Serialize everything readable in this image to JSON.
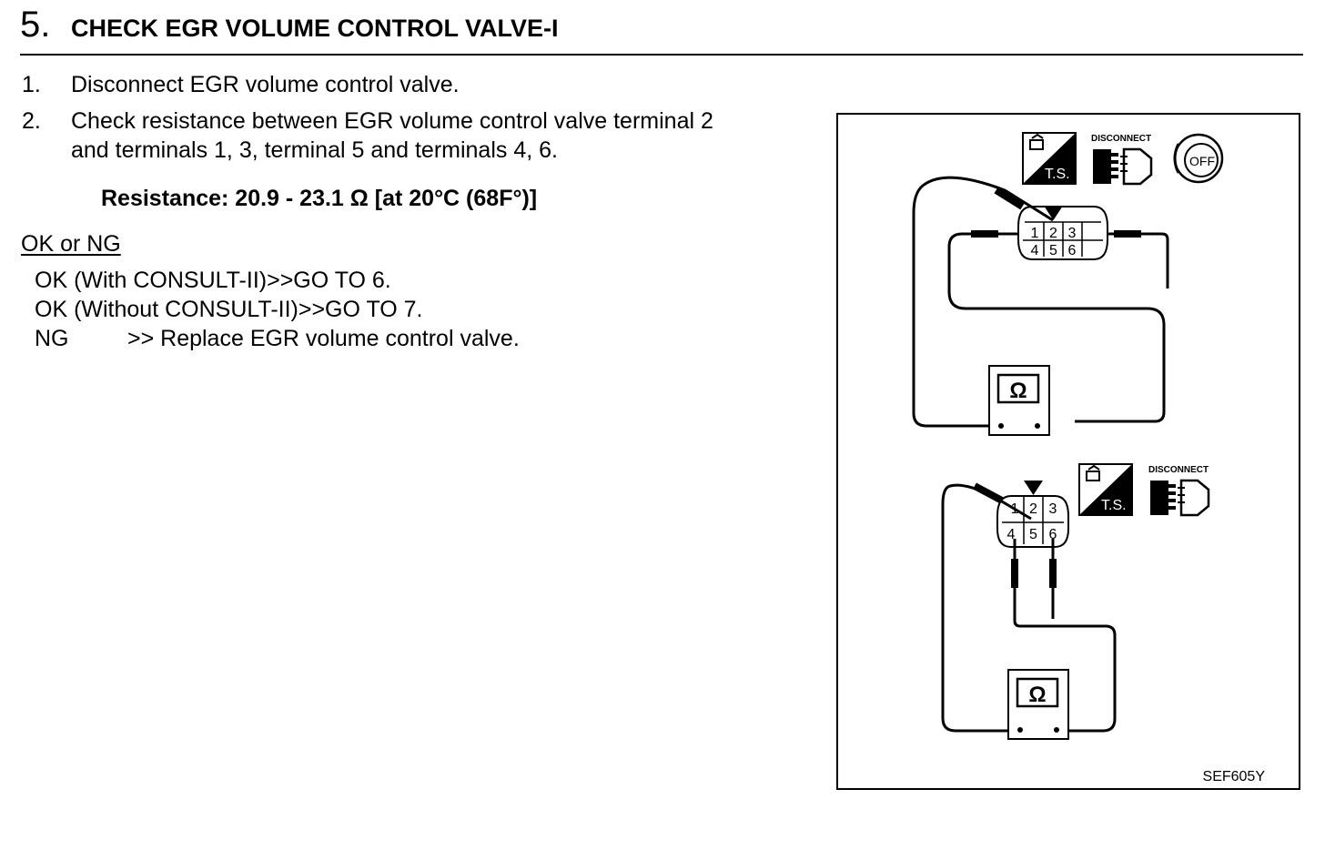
{
  "header": {
    "step_number": "5.",
    "title": "CHECK EGR VOLUME CONTROL VALVE-I"
  },
  "steps": [
    {
      "num": "1.",
      "text": "Disconnect EGR volume control valve."
    },
    {
      "num": "2.",
      "line1": "Check resistance between EGR volume control valve terminal 2",
      "line2": "and terminals 1, 3, terminal 5 and terminals 4, 6."
    }
  ],
  "spec": "Resistance: 20.9 - 23.1 Ω [at 20°C (68F°)]",
  "result": {
    "heading": "OK or NG",
    "ok_consult": "OK (With CONSULT-II)>>GO TO 6.",
    "ok_no_consult": "OK (Without CONSULT-II)>>GO TO 7.",
    "ng_code": "NG",
    "ng_text": ">> Replace EGR volume control valve."
  },
  "figure": {
    "icons": {
      "ts": "T.S.",
      "disconnect": "DISCONNECT",
      "off": "OFF"
    },
    "ohm_symbol": "Ω",
    "terminals": [
      "1",
      "2",
      "3",
      "4",
      "5",
      "6"
    ],
    "figure_code": "SEF605Y",
    "icon_names": [
      "ts-icon",
      "disconnect-icon",
      "ignition-off-icon",
      "ohmmeter-icon"
    ]
  }
}
